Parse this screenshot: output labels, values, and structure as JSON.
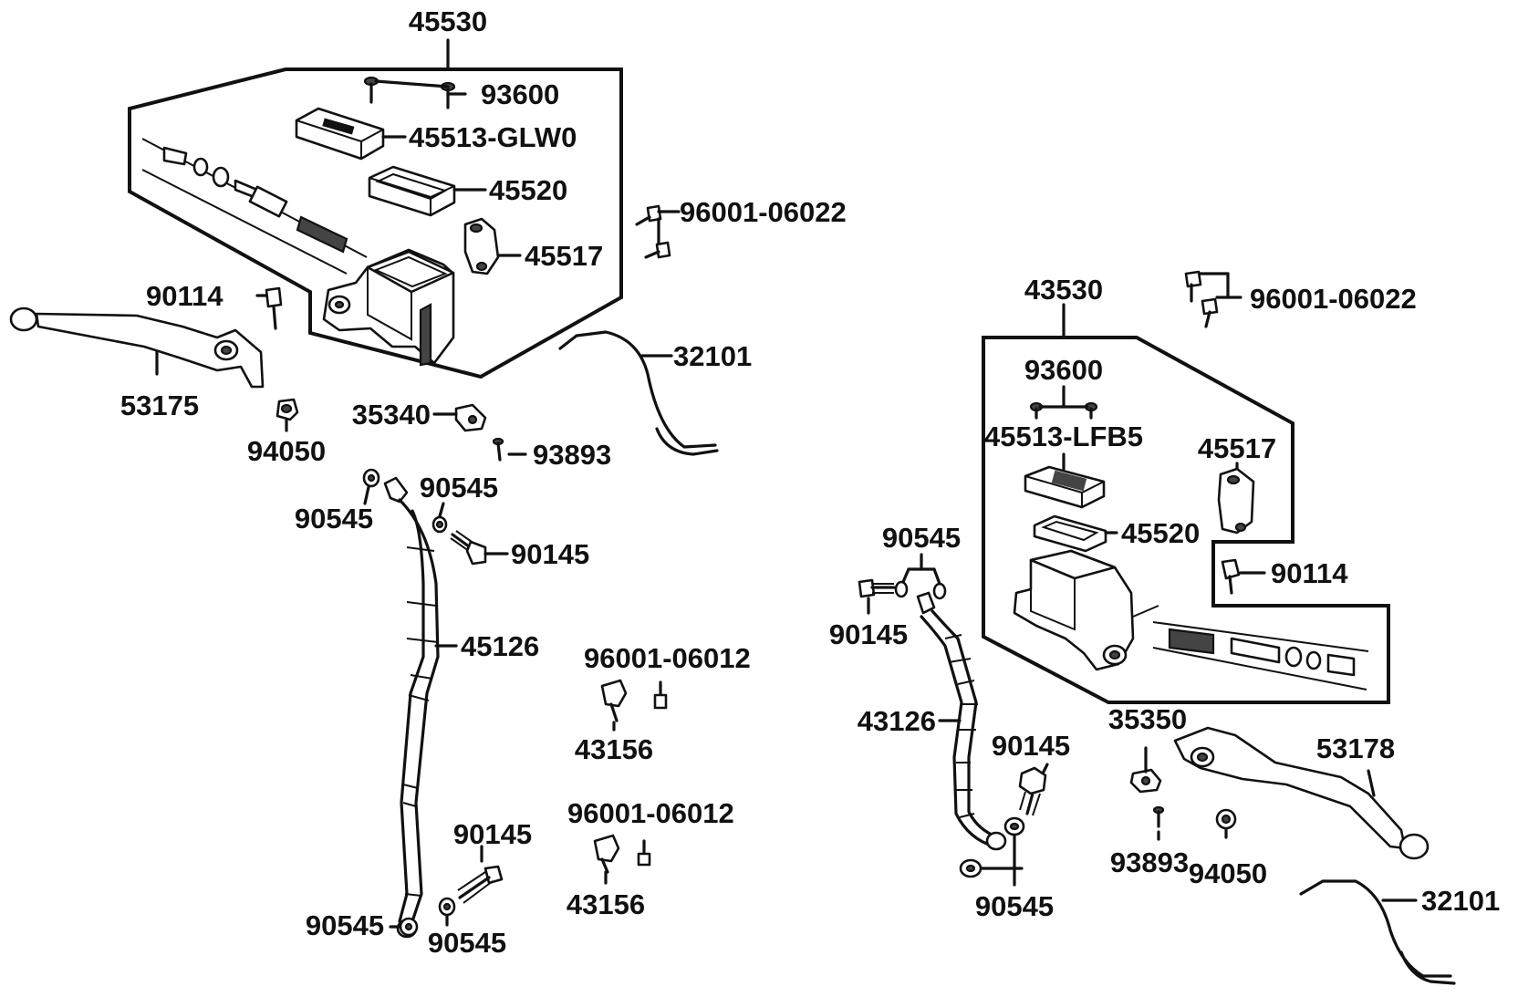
{
  "diagram": {
    "left_assembly": {
      "assembly_label": "45530",
      "screw_label": "93600",
      "cap_label": "45513-GLW0",
      "diaphragm_label": "45520",
      "clamp_label": "45517",
      "mirror_bolt_label": "96001-06022",
      "pivot_bolt_label": "90114",
      "lever_label": "53175",
      "nut_label": "94050",
      "cable_label": "32101",
      "switch_label": "35340",
      "switch_screw_label": "93893",
      "hose_label": "45126",
      "washer_top_left_label": "90545",
      "washer_top_right_label": "90545",
      "banjo_bolt_top_label": "90145",
      "clip_bolt_top_label": "96001-06012",
      "clip_top_label": "43156",
      "clip_bolt_bottom_label": "96001-06012",
      "clip_bottom_label": "43156",
      "banjo_bolt_bottom_label": "90145",
      "washer_bottom_left_label": "90545",
      "washer_bottom_right_label": "90545"
    },
    "right_assembly": {
      "mirror_bolt_label": "96001-06022",
      "assembly_label": "43530",
      "screw_label": "93600",
      "cap_label": "45513-LFB5",
      "clamp_label": "45517",
      "diaphragm_label": "45520",
      "pivot_bolt_label": "90114",
      "washer_top_label": "90545",
      "banjo_bolt_top_label": "90145",
      "hose_label": "43126",
      "banjo_bolt_bottom_label": "90145",
      "washer_bottom_label": "90545",
      "switch_label": "35350",
      "switch_screw_label": "93893",
      "lever_label": "53178",
      "nut_label": "94050",
      "cable_label": "32101"
    }
  }
}
